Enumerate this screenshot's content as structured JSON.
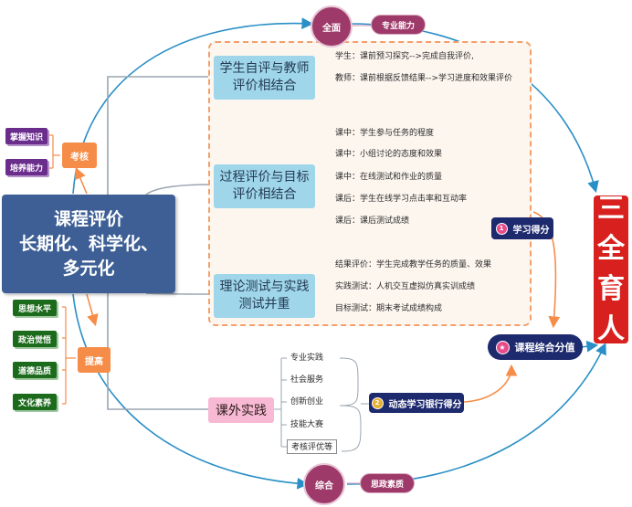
{
  "center": {
    "line1": "课程评价",
    "line2": "长期化、科学化、",
    "line3": "多元化"
  },
  "top": {
    "circle": "全面",
    "pill": "专业能力"
  },
  "bottom": {
    "circle": "综合",
    "pill": "思政素质"
  },
  "kaohe": {
    "label": "考核",
    "items": [
      "掌握知识",
      "培养能力"
    ]
  },
  "tigao": {
    "label": "提高",
    "items": [
      "思想水平",
      "政治觉悟",
      "道德品质",
      "文化素养"
    ]
  },
  "categories": [
    {
      "line1": "学生自评与教师",
      "line2": "评价相结合",
      "items": [
        "学生：课前预习探究-->完成自我评价,",
        "教师：课前根据反馈结果-->学习进度和效果评价"
      ]
    },
    {
      "line1": "过程评价与目标",
      "line2": "评价相结合",
      "items": [
        "课中：学生参与任务的程度",
        "课中：小组讨论的态度和效果",
        "课中：在线测试和作业的质量",
        "课后：学生在线学习点击率和互动率",
        "课后：课后测试成绩"
      ]
    },
    {
      "line1": "理论测试与实践",
      "line2": "测试并重",
      "items": [
        "结果评价：学生完成教学任务的质量、效果",
        "实践测试：人机交互虚拟仿真实训成绩",
        "目标测试：期末考试成绩构成"
      ]
    }
  ],
  "extracurricular": {
    "label": "课外实践",
    "items": [
      "专业实践",
      "社会服务",
      "创新创业",
      "技能大赛",
      "考核评优等"
    ]
  },
  "score1": {
    "num": "1",
    "label": "学习得分"
  },
  "score2": {
    "num": "2",
    "label": "动态学习银行得分"
  },
  "final": {
    "label": "课程综合分值"
  },
  "red": {
    "chars": [
      "三",
      "全",
      "育",
      "人"
    ]
  }
}
